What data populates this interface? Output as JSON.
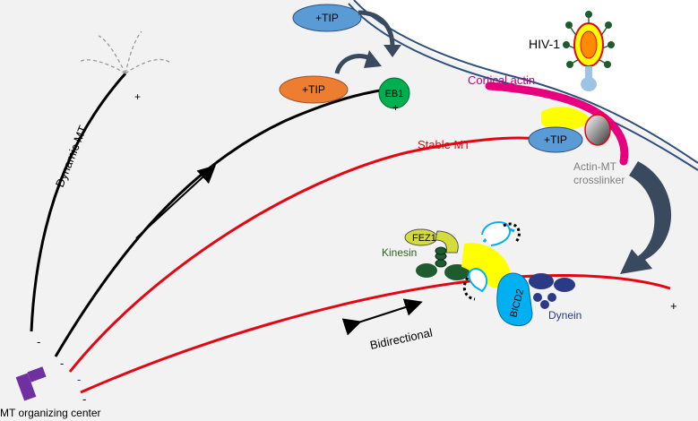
{
  "colors": {
    "background": "#f2f2f2",
    "membrane": "#2e4f7d",
    "stable_mt": "#e30613",
    "dynamic_mt": "#000000",
    "tip_blue": "#5b9bd5",
    "tip_orange": "#ed7d31",
    "eb1_green": "#00b050",
    "cortical_actin": "#e6007e",
    "kinesin": "#1e5b2e",
    "fez1": "#d4dc3a",
    "dynein": "#2b3a86",
    "bicd2": "#00b0f0",
    "adaptor_yellow": "#ffff00",
    "mtoc_purple": "#7030a0"
  },
  "labels": {
    "tip_top": "+TIP",
    "tip_left": "+TIP",
    "tip_membrane": "+TIP",
    "eb1": "EB1",
    "hiv": "HIV-1",
    "cortical_actin": "Cortical actin",
    "stable_mt": "Stable MT",
    "crosslinker_line1": "Actin-MT",
    "crosslinker_line2": "crosslinker",
    "dynamic_mt": "Dynamic MT",
    "fez1": "FEZ1",
    "kinesin": "Kinesin",
    "bicd2": "BICD2",
    "dynein": "Dynein",
    "bidirectional": "Bidirectional",
    "mtoc": "MT organizing center"
  },
  "ends": {
    "plus": "+",
    "minus": "-"
  },
  "icons": {
    "mtoc": "mtoc-icon",
    "virus": "hiv-virion-icon",
    "receptor": "receptor-icon"
  }
}
